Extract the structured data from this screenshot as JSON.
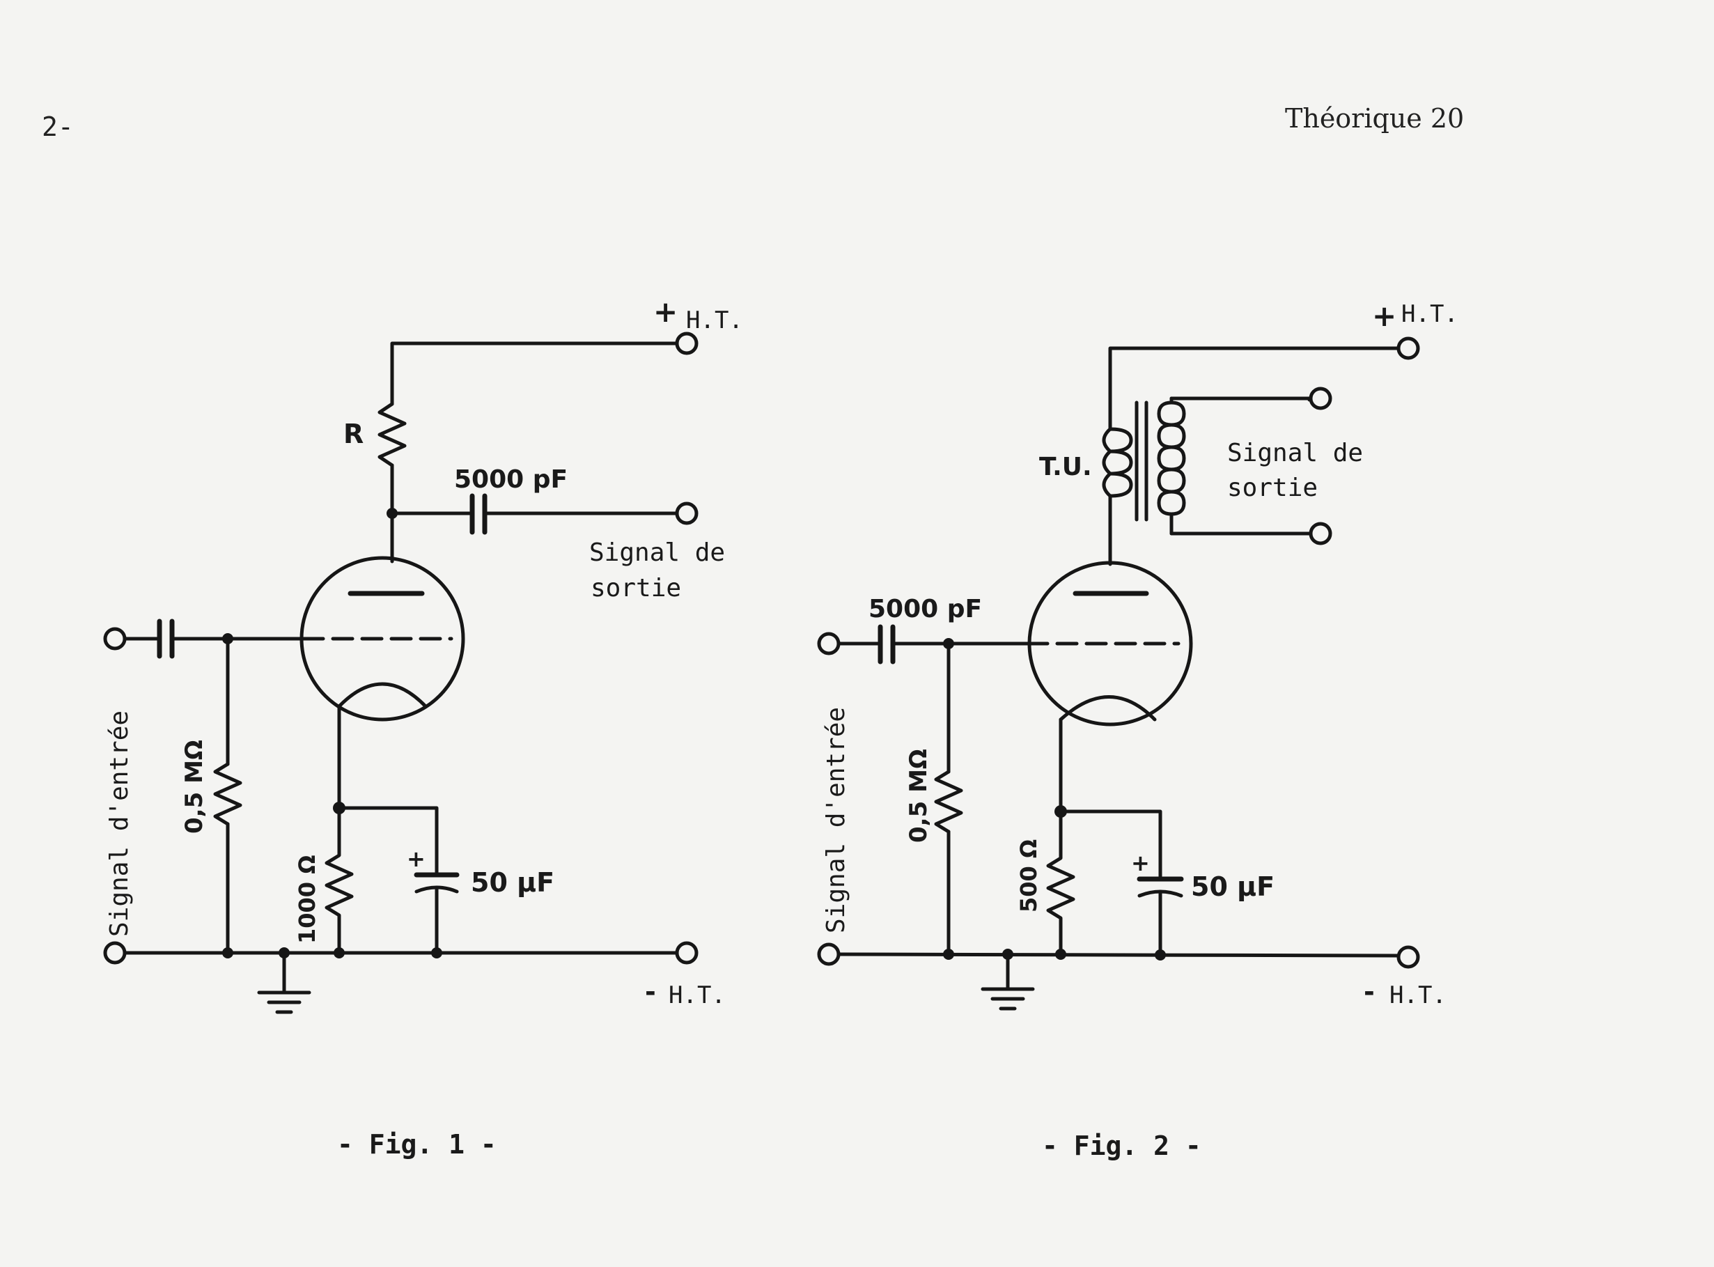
{
  "header": {
    "page_number": "2-",
    "title": "Théorique 20"
  },
  "fig1": {
    "caption": "- Fig. 1 -",
    "hv_plus": "+",
    "hv_plus_label": "H.T.",
    "hv_minus": "-",
    "hv_minus_label": "H.T.",
    "resistor_label": "R",
    "coupling_cap": "5000 pF",
    "output_label_line1": "Signal de",
    "output_label_line2": "sortie",
    "input_label": "Signal d'entrée",
    "grid_resistor": "0,5 MΩ",
    "cathode_resistor": "1000 Ω",
    "cathode_cap": "50 µF",
    "cap_plus": "+"
  },
  "fig2": {
    "caption": "- Fig. 2 -",
    "hv_plus": "+",
    "hv_plus_label": "H.T.",
    "hv_minus": "-",
    "hv_minus_label": "H.T.",
    "transformer_label": "T.U.",
    "output_label_line1": "Signal de",
    "output_label_line2": "sortie",
    "coupling_cap": "5000 pF",
    "input_label": "Signal d'entrée",
    "grid_resistor": "0,5 MΩ",
    "cathode_resistor": "500 Ω",
    "cathode_cap": "50 µF",
    "cap_plus": "+"
  }
}
